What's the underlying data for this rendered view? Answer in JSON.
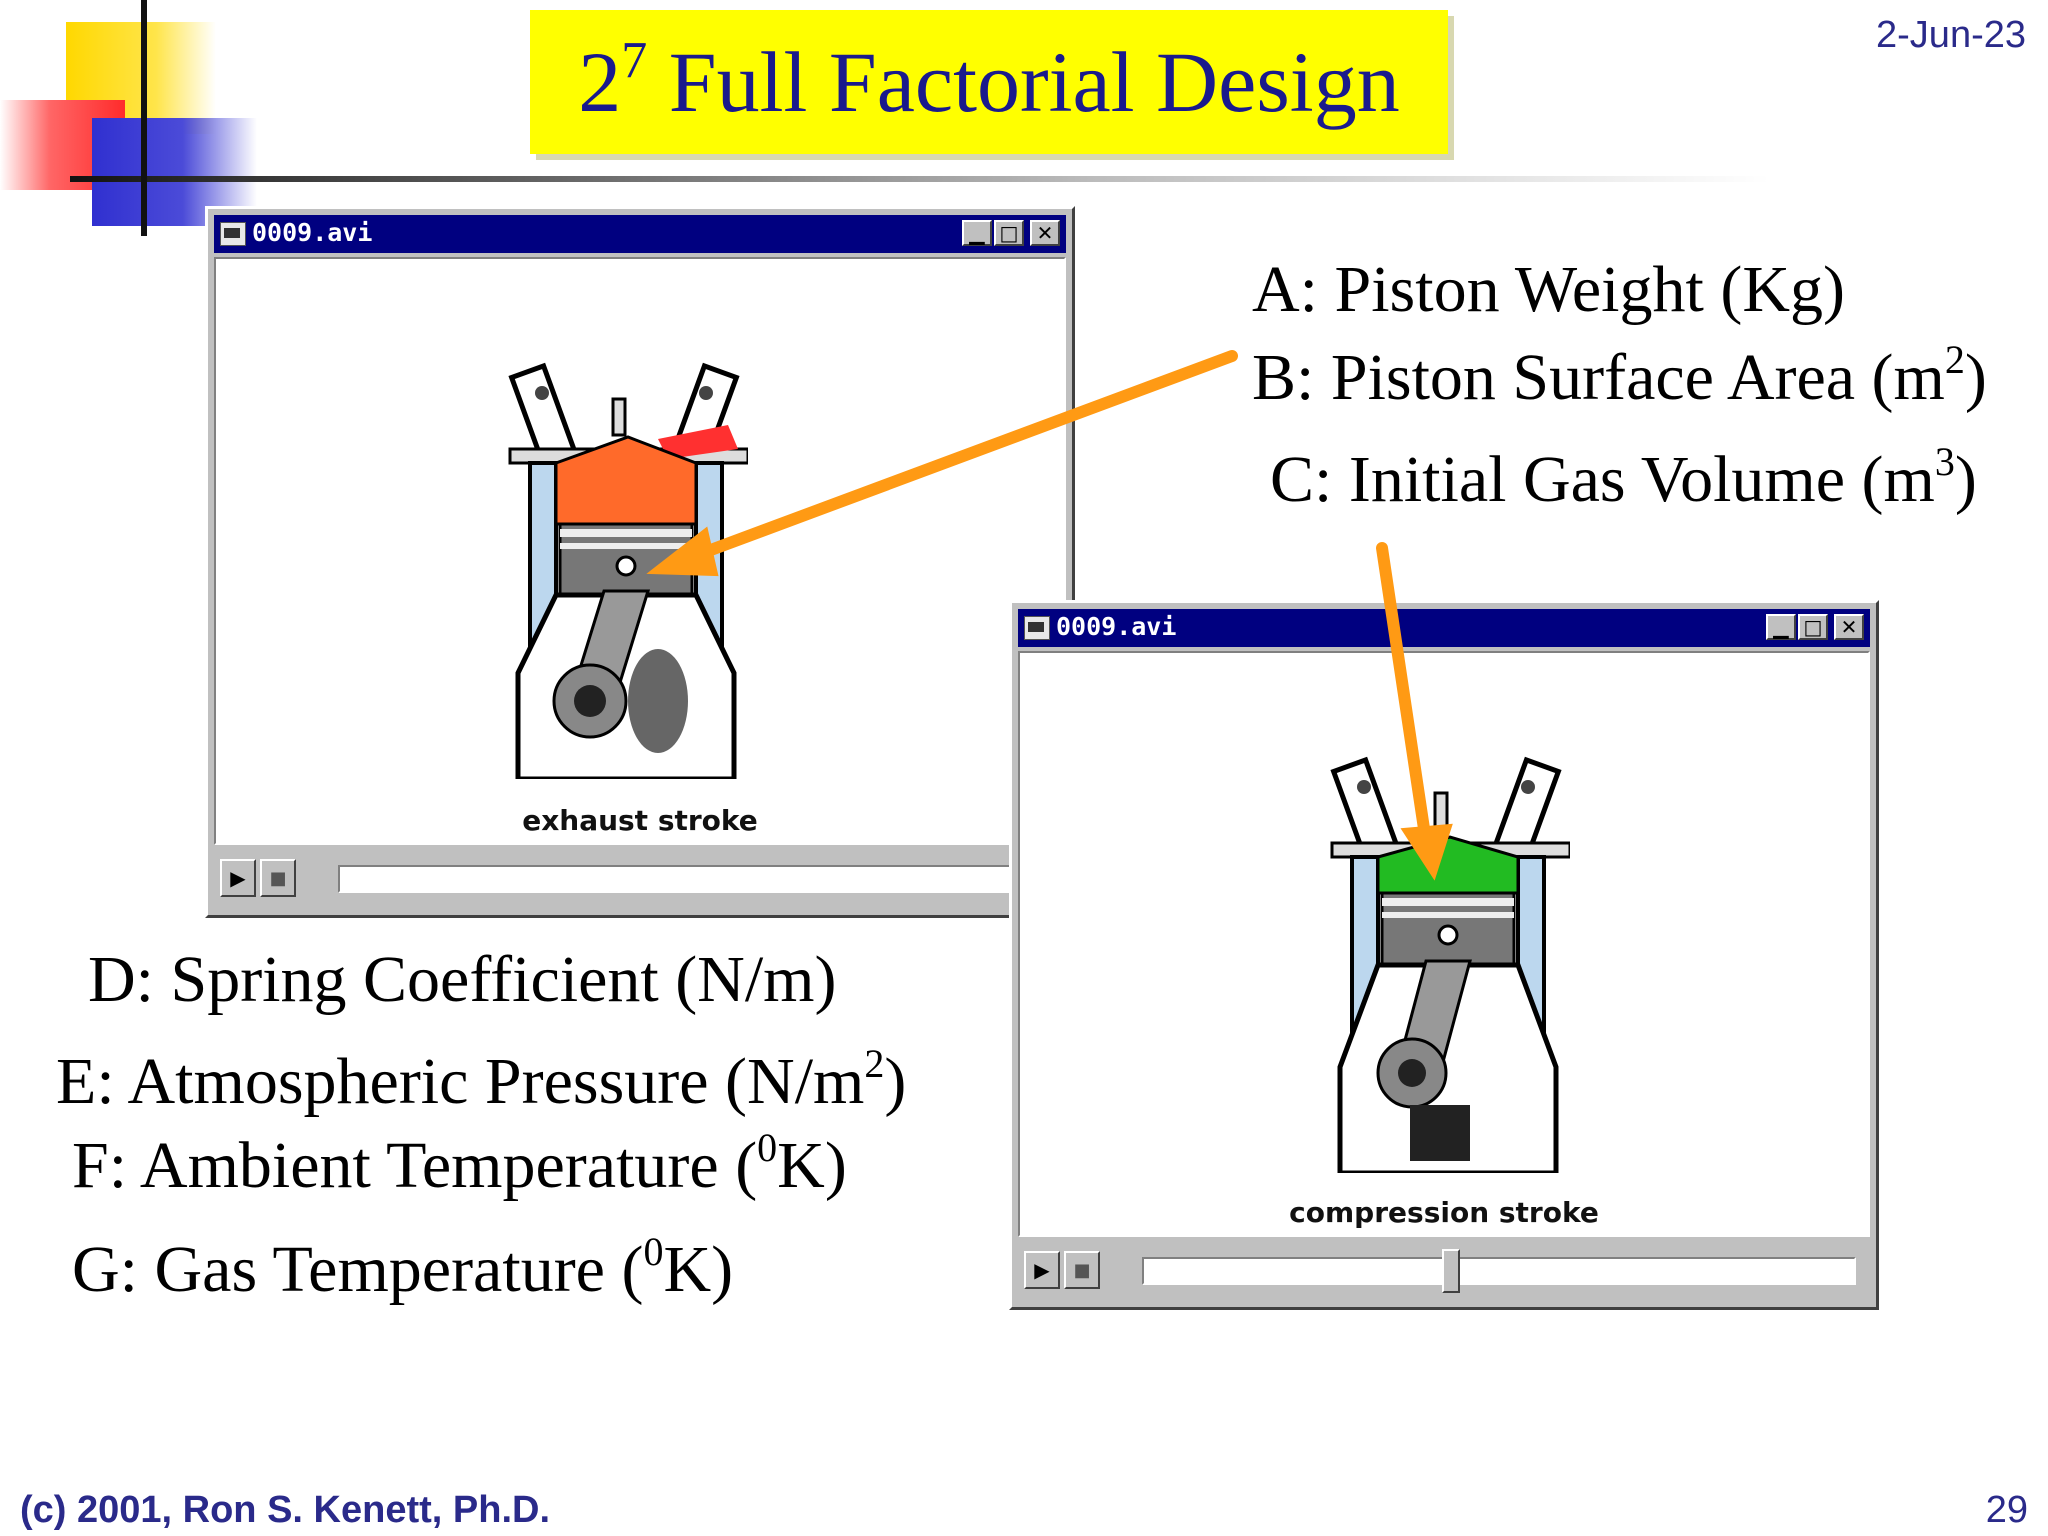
{
  "slide": {
    "title_base": "2",
    "title_exponent": "7",
    "title_text": " Full Factorial Design",
    "date": "2-Jun-23",
    "footer": "(c) 2001, Ron S. Kenett, Ph.D.",
    "page_number": "29"
  },
  "windows": [
    {
      "title": "0009.avi",
      "caption": "exhaust stroke",
      "chamber_color": "#ff6a2a",
      "progress_fraction": 0.0
    },
    {
      "title": "0009.avi",
      "caption": "compression stroke",
      "chamber_color": "#22bb22",
      "progress_fraction": 0.43
    }
  ],
  "factors": {
    "a": {
      "text": "A: Piston Weight (Kg)"
    },
    "b": {
      "text": "B: Piston Surface Area (m",
      "sup": "2",
      "suffix": ")"
    },
    "c": {
      "text": "C: Initial Gas Volume (m",
      "sup": "3",
      "suffix": ")"
    },
    "d": {
      "text": "D: Spring Coefficient (N/m)"
    },
    "e": {
      "text": "E: Atmospheric Pressure (N/m",
      "sup": "2",
      "suffix": ")"
    },
    "f": {
      "prefix": "F: Ambient Temperature (",
      "sup": "0",
      "suffix": "K)"
    },
    "g": {
      "prefix": "G: Gas Temperature (",
      "sup": "0",
      "suffix": "K)"
    }
  },
  "colors": {
    "accent_arrow": "#ff9a14",
    "title_bg": "#ffff00",
    "title_text": "#1a1a8c",
    "window_titlebar": "#000080"
  }
}
